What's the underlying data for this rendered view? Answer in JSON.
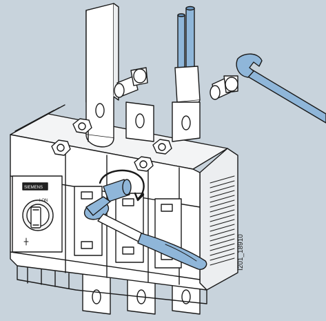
{
  "figure": {
    "reference_code": "I201_18910",
    "switch_label": "I ON",
    "brand_plate": "SIEMENS"
  },
  "colors": {
    "background": "#c8d3dc",
    "line": "#1a1a1a",
    "body_fill": "#ffffff",
    "shade": "#e6e9ec",
    "highlight_blue": "#8fb6d9",
    "highlight_blue_dark": "#6d98c2"
  },
  "parts": [
    "busbar",
    "cable-conductor",
    "terminal-lug",
    "bolt",
    "nut",
    "open-end-wrench",
    "ratchet-wrench",
    "switch-handle",
    "rotation-arrow"
  ]
}
